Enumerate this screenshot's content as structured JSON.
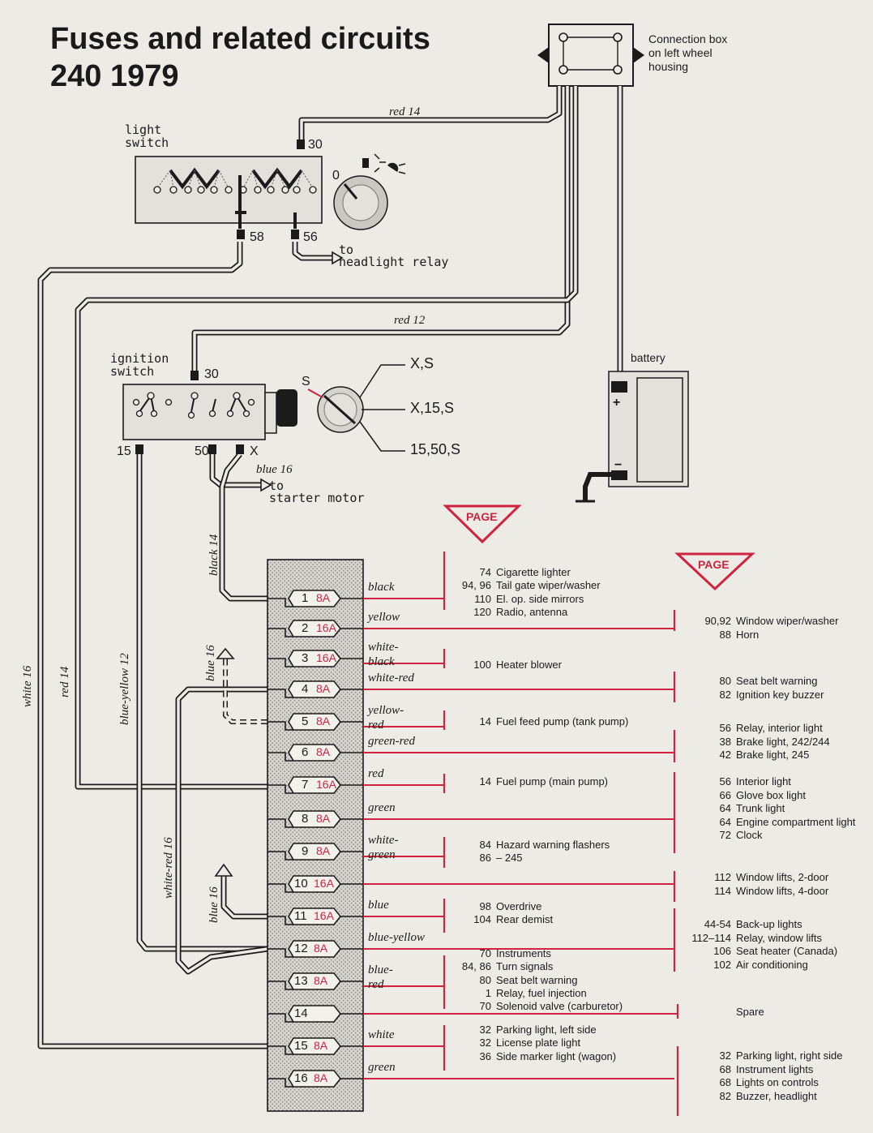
{
  "title": {
    "line1": "Fuses and related circuits",
    "line2": "240 1979"
  },
  "labels": {
    "connection_box": [
      "Connection box",
      "on left wheel",
      "housing"
    ],
    "light_switch": [
      "light",
      "switch"
    ],
    "ignition_switch": [
      "ignition",
      "switch"
    ],
    "battery": "battery",
    "headlight_relay": [
      "to",
      "headlight relay"
    ],
    "starter_motor": [
      "to",
      "starter motor"
    ],
    "page_badge": "PAGE"
  },
  "terminals": {
    "ls_30": "30",
    "ls_58": "58",
    "ls_56": "56",
    "ls_0": "0",
    "ig_30": "30",
    "ig_15": "15",
    "ig_50": "50",
    "ig_x": "X",
    "ig_s": "S",
    "pos_xs": "X,S",
    "pos_x15s": "X,15,S",
    "pos_1550s": "15,50,S",
    "bat_plus": "+",
    "bat_minus": "−"
  },
  "wires": {
    "red14_top": "red 14",
    "red12": "red 12",
    "blue16_starter": "blue 16",
    "black14": "black 14",
    "white16": "white 16",
    "red14_left": "red 14",
    "blue_yellow12": "blue-yellow 12",
    "blue16_a": "blue 16",
    "white_red16": "white-red 16",
    "blue16_b": "blue 16"
  },
  "fuses": [
    {
      "no": "1",
      "amp": "8A",
      "color": [
        "black"
      ]
    },
    {
      "no": "2",
      "amp": "16A",
      "color": [
        "yellow"
      ]
    },
    {
      "no": "3",
      "amp": "16A",
      "color": [
        "white-",
        "black"
      ]
    },
    {
      "no": "4",
      "amp": "8A",
      "color": [
        "white-red"
      ]
    },
    {
      "no": "5",
      "amp": "8A",
      "color": [
        "yellow-",
        "red"
      ]
    },
    {
      "no": "6",
      "amp": "8A",
      "color": [
        "green-red"
      ]
    },
    {
      "no": "7",
      "amp": "16A",
      "color": [
        "red"
      ]
    },
    {
      "no": "8",
      "amp": "8A",
      "color": [
        "green"
      ]
    },
    {
      "no": "9",
      "amp": "8A",
      "color": [
        "white-",
        "green"
      ]
    },
    {
      "no": "10",
      "amp": "16A",
      "color": []
    },
    {
      "no": "11",
      "amp": "16A",
      "color": [
        "blue"
      ]
    },
    {
      "no": "12",
      "amp": "8A",
      "color": [
        "blue-yellow"
      ]
    },
    {
      "no": "13",
      "amp": "8A",
      "color": [
        "blue-",
        "red"
      ]
    },
    {
      "no": "14",
      "amp": "",
      "color": []
    },
    {
      "no": "15",
      "amp": "8A",
      "color": [
        "white"
      ]
    },
    {
      "no": "16",
      "amp": "8A",
      "color": [
        "green"
      ]
    }
  ],
  "refs_left": [
    [
      [
        "74",
        "Cigarette lighter"
      ],
      [
        "94, 96",
        "Tail gate wiper/washer"
      ],
      [
        "110",
        "El. op. side mirrors"
      ],
      [
        "120",
        "Radio, antenna"
      ]
    ],
    [
      [
        "100",
        "Heater blower"
      ]
    ],
    [
      [
        "14",
        "Fuel feed pump (tank pump)"
      ]
    ],
    [
      [
        "14",
        "Fuel pump (main pump)"
      ]
    ],
    [
      [
        "84",
        "Hazard warning flashers"
      ],
      [
        "86",
        "– 245"
      ]
    ],
    [
      [
        "98",
        "Overdrive"
      ],
      [
        "104",
        "Rear demist"
      ]
    ],
    [
      [
        "70",
        "Instruments"
      ],
      [
        "84, 86",
        "Turn signals"
      ],
      [
        "80",
        "Seat belt warning"
      ],
      [
        "1",
        "Relay, fuel injection"
      ],
      [
        "70",
        "Solenoid valve (carburetor)"
      ]
    ],
    [
      [
        "32",
        "Parking light, left side"
      ],
      [
        "32",
        "License plate light"
      ],
      [
        "36",
        "Side marker light (wagon)"
      ]
    ]
  ],
  "refs_right": [
    [
      [
        "90,92",
        "Window wiper/washer"
      ],
      [
        "88",
        "Horn"
      ]
    ],
    [
      [
        "80",
        "Seat belt warning"
      ],
      [
        "82",
        "Ignition key buzzer"
      ]
    ],
    [
      [
        "56",
        "Relay, interior light"
      ],
      [
        "38",
        "Brake light, 242/244"
      ],
      [
        "42",
        "Brake light, 245"
      ]
    ],
    [
      [
        "56",
        "Interior light"
      ],
      [
        "66",
        "Glove box light"
      ],
      [
        "64",
        "Trunk light"
      ],
      [
        "64",
        "Engine compartment light"
      ],
      [
        "72",
        "Clock"
      ]
    ],
    [
      [
        "112",
        "Window lifts, 2-door"
      ],
      [
        "114",
        "Window lifts, 4-door"
      ]
    ],
    [
      [
        "44-54",
        "Back-up lights"
      ],
      [
        "112–114",
        "Relay, window lifts"
      ],
      [
        "106",
        "Seat heater (Canada)"
      ],
      [
        "102",
        "Air conditioning"
      ]
    ],
    [
      [
        "",
        "Spare"
      ]
    ],
    [
      [
        "32",
        "Parking light, right side"
      ],
      [
        "68",
        "Instrument lights"
      ],
      [
        "68",
        "Lights on controls"
      ],
      [
        "82",
        "Buzzer, headlight"
      ]
    ]
  ],
  "colors": {
    "ink": "#1b1b1b",
    "accent": "#d0233f",
    "paper": "#ecebe6"
  }
}
